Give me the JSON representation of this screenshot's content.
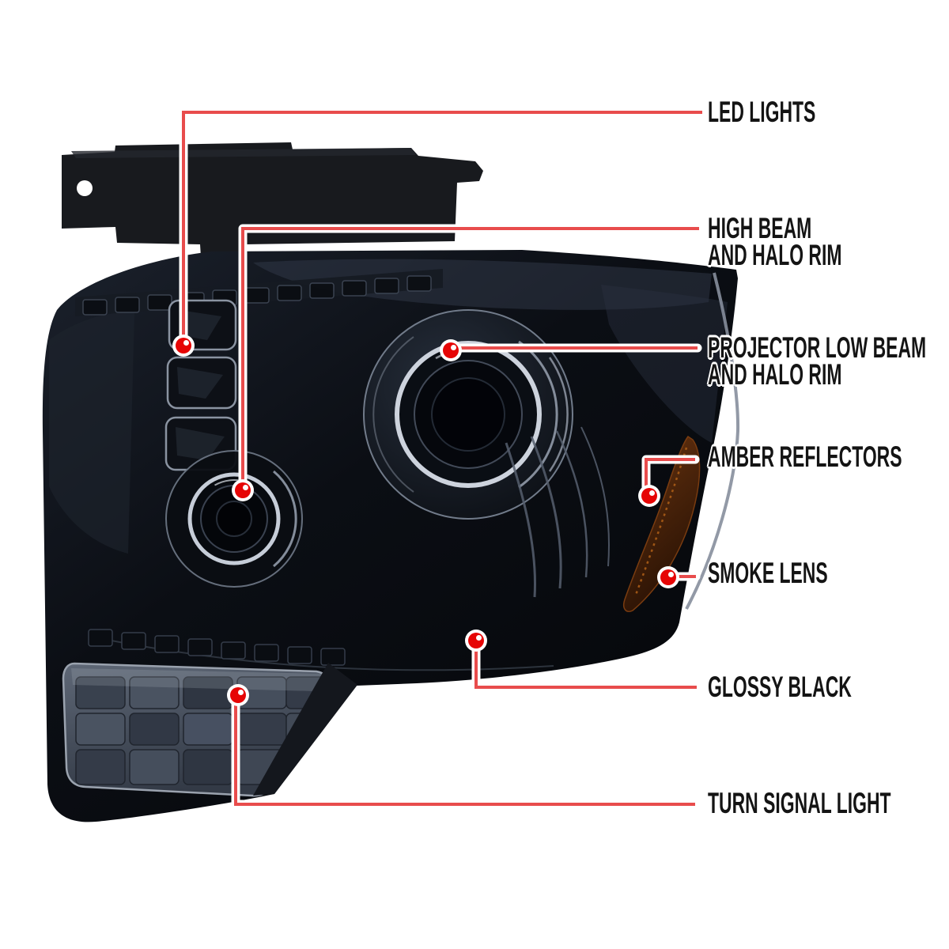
{
  "page": {
    "type": "annotated product diagram",
    "subject": "Smoked glossy-black projector headlight with LED halo rims (driver side)"
  },
  "colors": {
    "bg": "#ffffff",
    "leader": "#e84c4c",
    "marker_red": "#e60505",
    "marker_ring": "#ffffff",
    "label": "#141414",
    "amber": "#6e3610",
    "housing": "#0a0d13",
    "smoke_gray": "#4c5462"
  },
  "annotations": [
    {
      "id": "led-lights",
      "lines": [
        "LED LIGHTS"
      ]
    },
    {
      "id": "high-beam",
      "lines": [
        "HIGH BEAM",
        "AND HALO RIM"
      ]
    },
    {
      "id": "projector-low-beam",
      "lines": [
        "PROJECTOR LOW BEAM",
        "AND HALO RIM"
      ]
    },
    {
      "id": "amber-reflectors",
      "lines": [
        "AMBER REFLECTORS"
      ]
    },
    {
      "id": "smoke-lens",
      "lines": [
        "SMOKE LENS"
      ]
    },
    {
      "id": "glossy-black",
      "lines": [
        "GLOSSY BLACK"
      ]
    },
    {
      "id": "turn-signal-light",
      "lines": [
        "TURN SIGNAL LIGHT"
      ]
    }
  ]
}
